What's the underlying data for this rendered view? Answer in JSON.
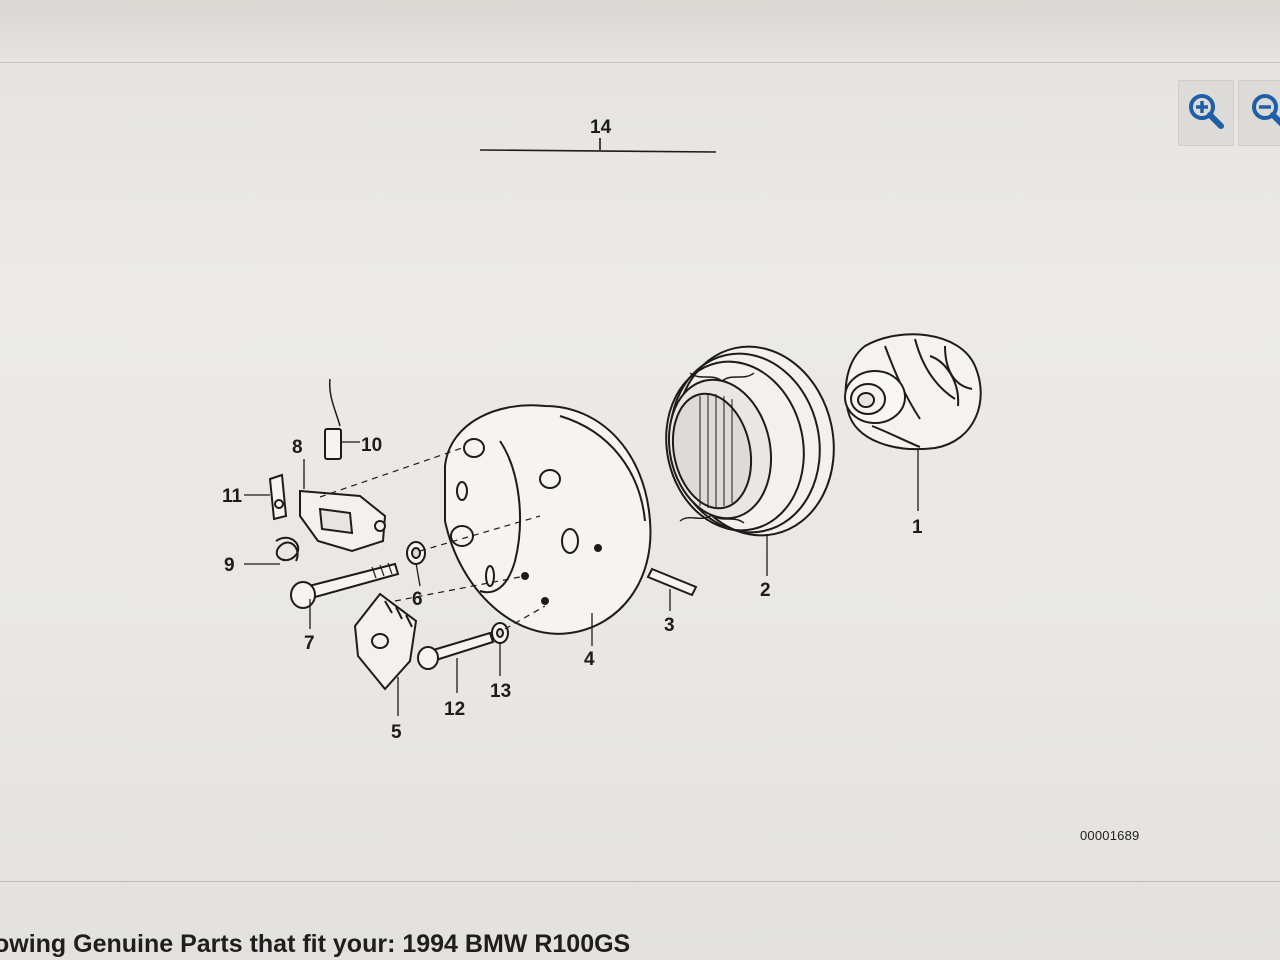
{
  "toolbar": {
    "zoom_in_icon": "zoom-in-icon",
    "zoom_out_icon": "zoom-out-icon",
    "accent_color": "#1f5fa8"
  },
  "diagram": {
    "assembly_label": "14",
    "callouts": {
      "c1": "1",
      "c2": "2",
      "c3": "3",
      "c4": "4",
      "c5": "5",
      "c6": "6",
      "c7": "7",
      "c8": "8",
      "c9": "9",
      "c10": "10",
      "c11": "11",
      "c12": "12",
      "c13": "13"
    },
    "figure_number": "00001689"
  },
  "parts_heading": "owing Genuine Parts that fit your: 1994 BMW R100GS"
}
